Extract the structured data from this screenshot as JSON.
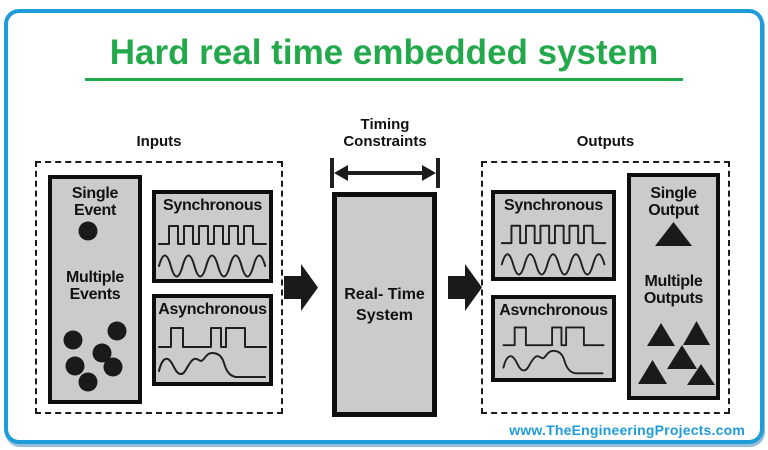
{
  "title": "Hard real time embedded system",
  "watermark": "www.TheEngineeringProjects.com",
  "colors": {
    "accent_blue": "#1e9cd9",
    "title_green": "#23a94c",
    "panel_gray": "#cbcbcb",
    "ink_black": "#121212"
  },
  "inputs": {
    "section_label": "Inputs",
    "events": {
      "single_label": "Single Event",
      "single_count": 1,
      "multiple_label": "Multiple Events",
      "multiple_count": 6
    },
    "sync_label": "Synchronous",
    "async_label": "Asynchronous"
  },
  "timing": {
    "label": "Timing Constraints"
  },
  "system": {
    "label": "Real- Time System"
  },
  "outputs": {
    "section_label": "Outputs",
    "sync_label": "Synchronous",
    "async_label": "Asvnchronous",
    "events": {
      "single_label": "Single Output",
      "single_count": 1,
      "multiple_label": "Multiple Outputs",
      "multiple_count": 5
    }
  }
}
